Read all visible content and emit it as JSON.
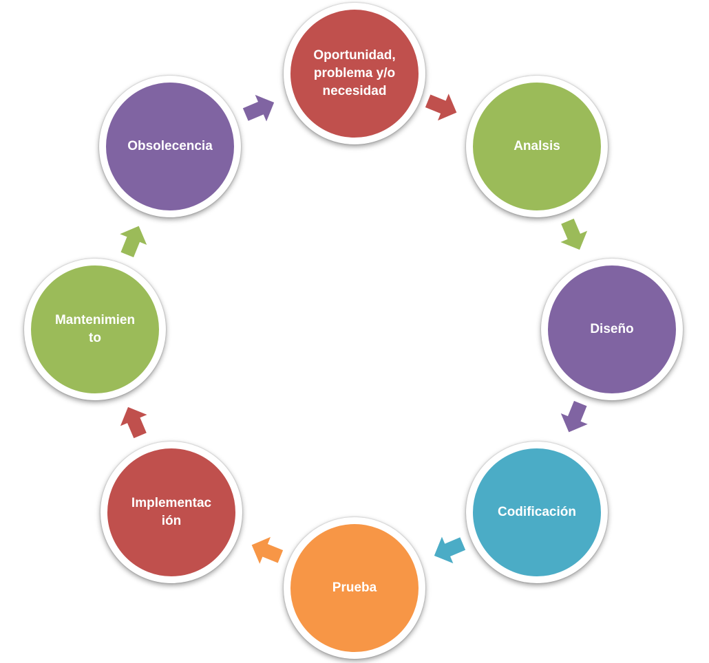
{
  "diagram": {
    "type": "cycle",
    "nodes": [
      {
        "id": "oportunidad",
        "label": "Oportunidad,\nproblema y/o\nnecesidad",
        "color": "#c0504d"
      },
      {
        "id": "analsis",
        "label": "Analsis",
        "color": "#9bbb59"
      },
      {
        "id": "diseno",
        "label": "Diseño",
        "color": "#8064a2"
      },
      {
        "id": "codificacion",
        "label": "Codificación",
        "color": "#4bacc6"
      },
      {
        "id": "prueba",
        "label": "Prueba",
        "color": "#f79646"
      },
      {
        "id": "implementacion",
        "label": "Implementac\nión",
        "color": "#c0504d"
      },
      {
        "id": "mantenimiento",
        "label": "Mantenimien\nto",
        "color": "#9bbb59"
      },
      {
        "id": "obsolecencia",
        "label": "Obsolecencia",
        "color": "#8064a2"
      }
    ],
    "arrows": [
      {
        "from": "oportunidad",
        "to": "analsis",
        "color": "#c0504d"
      },
      {
        "from": "analsis",
        "to": "diseno",
        "color": "#9bbb59"
      },
      {
        "from": "diseno",
        "to": "codificacion",
        "color": "#8064a2"
      },
      {
        "from": "codificacion",
        "to": "prueba",
        "color": "#4bacc6"
      },
      {
        "from": "prueba",
        "to": "implementacion",
        "color": "#f79646"
      },
      {
        "from": "implementacion",
        "to": "mantenimiento",
        "color": "#c0504d"
      },
      {
        "from": "mantenimiento",
        "to": "obsolecencia",
        "color": "#9bbb59"
      },
      {
        "from": "obsolecencia",
        "to": "oportunidad",
        "color": "#8064a2"
      }
    ]
  }
}
